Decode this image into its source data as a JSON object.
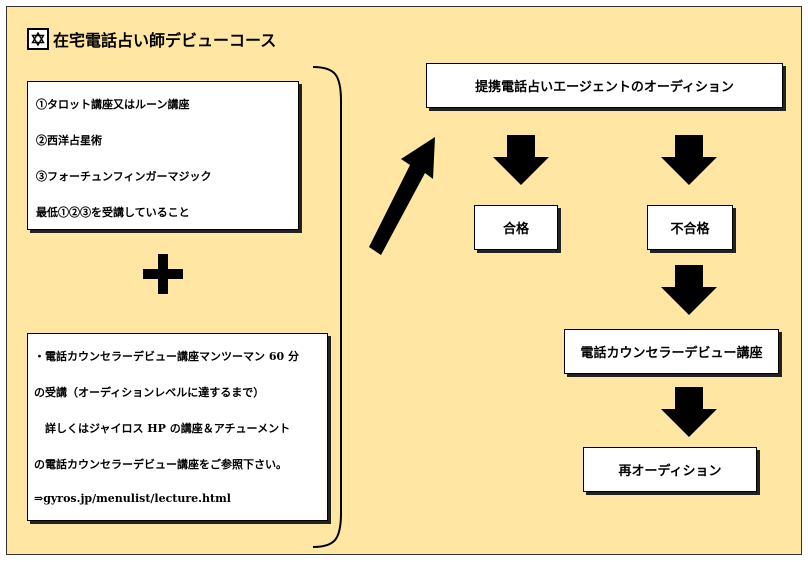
{
  "title": "在宅電話占い師デビューコース",
  "title_icon": "hexagram-icon",
  "requirements": {
    "items": [
      "①タロット講座又はルーン講座",
      "②西洋占星術",
      "③フォーチュンフィンガーマジック"
    ],
    "note": "最低①②③を受講していること"
  },
  "plus_icon": "plus-icon",
  "consultation": {
    "lines": [
      "・電話カウンセラーデビュー講座マンツーマン 60 分",
      "の受講（オーディションレベルに達するまで）",
      "　詳しくはジャイロス HP の講座＆アチューメント",
      "の電話カウンセラーデビュー講座をご参照下さい。",
      "⇒gyros.jp/menulist/lecture.html"
    ]
  },
  "flow": {
    "audition": "提携電話占いエージェントのオーディション",
    "pass": "合格",
    "fail": "不合格",
    "course": "電話カウンセラーデビュー講座",
    "reaudition": "再オーディション"
  },
  "colors": {
    "background": "#ffe6a2",
    "box": "#ffffff",
    "ink": "#000000"
  }
}
